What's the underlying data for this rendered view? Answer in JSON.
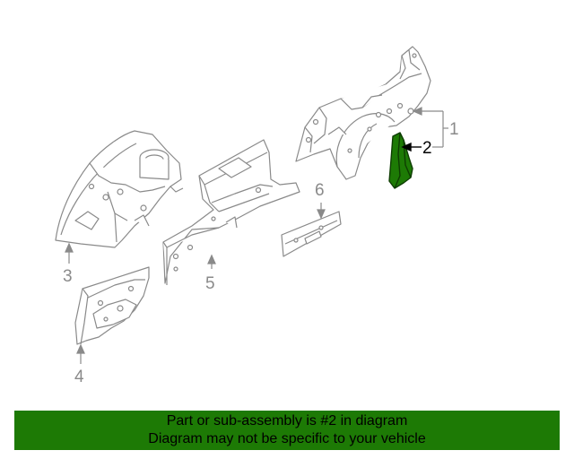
{
  "diagram": {
    "callouts": {
      "part_1": "1",
      "part_2": "2",
      "part_3": "3",
      "part_4": "4",
      "part_5": "5",
      "part_6": "6"
    },
    "colors": {
      "line": "#8a8a8a",
      "highlight_fill": "#1d7a05",
      "highlight_stroke": "#0e3d02",
      "callout_text": "#8a8a8a",
      "highlight_text": "#000000"
    }
  },
  "banner": {
    "line1": "Part or sub-assembly is #2 in diagram",
    "line2": "Diagram may not be specific to your vehicle",
    "background": "#1d7a05"
  }
}
